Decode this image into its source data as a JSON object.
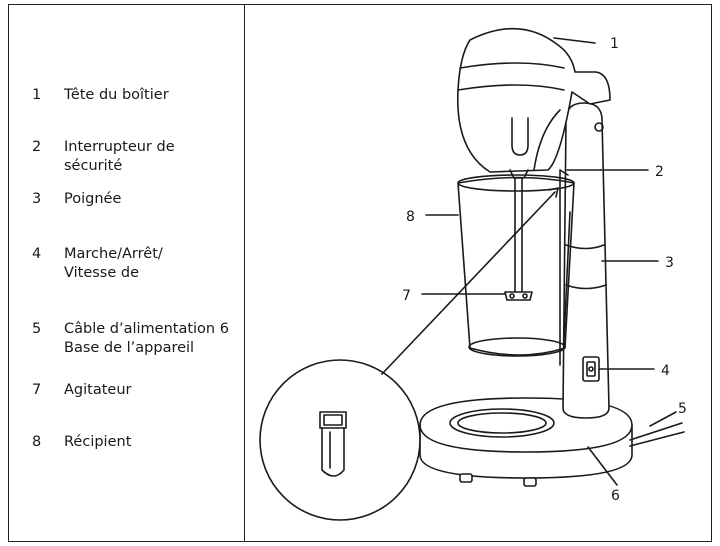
{
  "legend": [
    {
      "num": "1",
      "text": "Tête du boîtier"
    },
    {
      "num": "2",
      "text": "Interrupteur de sécurité"
    },
    {
      "num": "3",
      "text": "Poignée"
    },
    {
      "num": "4",
      "text": "Marche/Arrêt/ Vitesse de"
    },
    {
      "num": "5",
      "text": "Câble d’alimentation 6 Base de l’appareil"
    },
    {
      "num": "7",
      "text": "Agitateur"
    },
    {
      "num": "8",
      "text": "Récipient"
    }
  ],
  "callouts": [
    "1",
    "2",
    "3",
    "4",
    "5",
    "6",
    "7",
    "8"
  ]
}
